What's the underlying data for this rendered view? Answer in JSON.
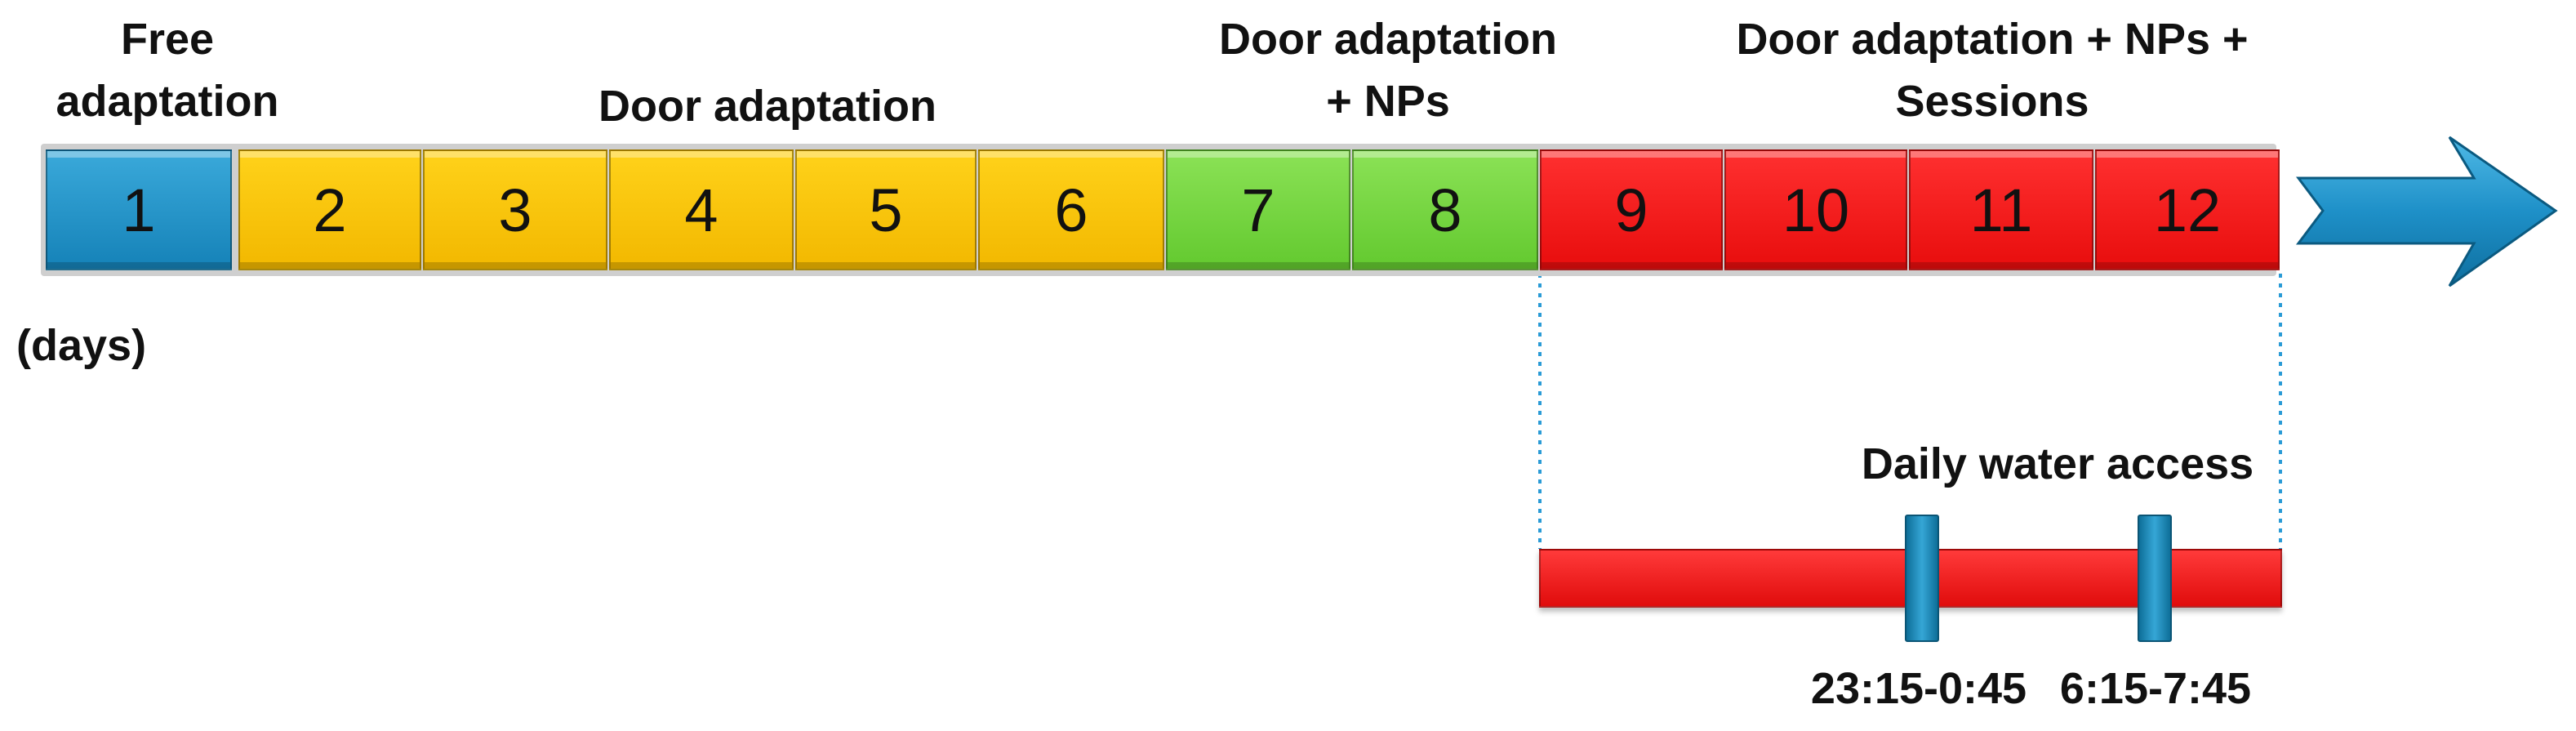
{
  "phases": {
    "free_adaptation": "Free\nadaptation",
    "door_adaptation": "Door adaptation",
    "door_adaptation_nps": "Door adaptation\n+ NPs",
    "door_adaptation_nps_sessions": "Door adaptation + NPs +\nSessions"
  },
  "days": [
    "1",
    "2",
    "3",
    "4",
    "5",
    "6",
    "7",
    "8",
    "9",
    "10",
    "11",
    "12"
  ],
  "day_colors": [
    "blue",
    "yellow",
    "yellow",
    "yellow",
    "yellow",
    "yellow",
    "green",
    "green",
    "red",
    "red",
    "red",
    "red"
  ],
  "units_label": "(days)",
  "water": {
    "title": "Daily water access",
    "window_1": "23:15-0:45",
    "window_2": "6:15-7:45"
  },
  "colors": {
    "blue": "#1e90c8",
    "yellow": "#f7c600",
    "green": "#74d63f",
    "red": "#f21b1b",
    "arrow": "#1e90c8",
    "dotted": "#2a9bd6"
  },
  "icons": {
    "arrow": "right-arrow-icon"
  }
}
